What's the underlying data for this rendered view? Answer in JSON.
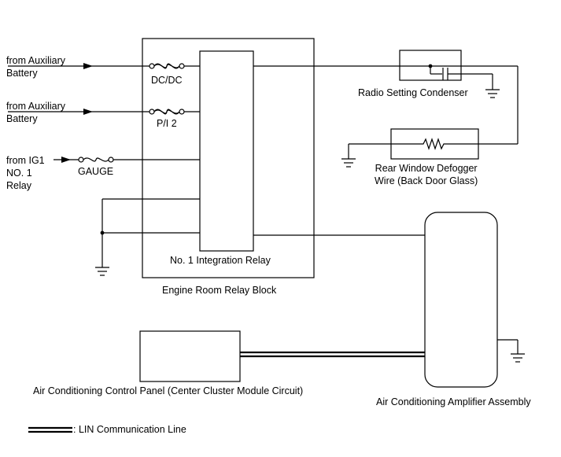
{
  "inputs": {
    "aux1": [
      "from Auxiliary",
      "Battery"
    ],
    "aux2": [
      "from Auxiliary",
      "Battery"
    ],
    "ig1": [
      "from IG1",
      "NO. 1",
      "Relay"
    ]
  },
  "fuses": {
    "dcdc": "DC/DC",
    "pi2": "P/I 2",
    "gauge": "GAUGE"
  },
  "relay_block": {
    "title": "Engine Room Relay Block",
    "relay_label": "No. 1 Integration Relay"
  },
  "components": {
    "radio_condenser": "Radio Setting Condenser",
    "defogger": [
      "Rear Window Defogger",
      "Wire (Back Door Glass)"
    ],
    "ac_panel": "Air Conditioning Control Panel (Center Cluster Module Circuit)",
    "ac_amp": "Air Conditioning Amplifier Assembly"
  },
  "legend": {
    "lin": ": LIN Communication Line"
  }
}
